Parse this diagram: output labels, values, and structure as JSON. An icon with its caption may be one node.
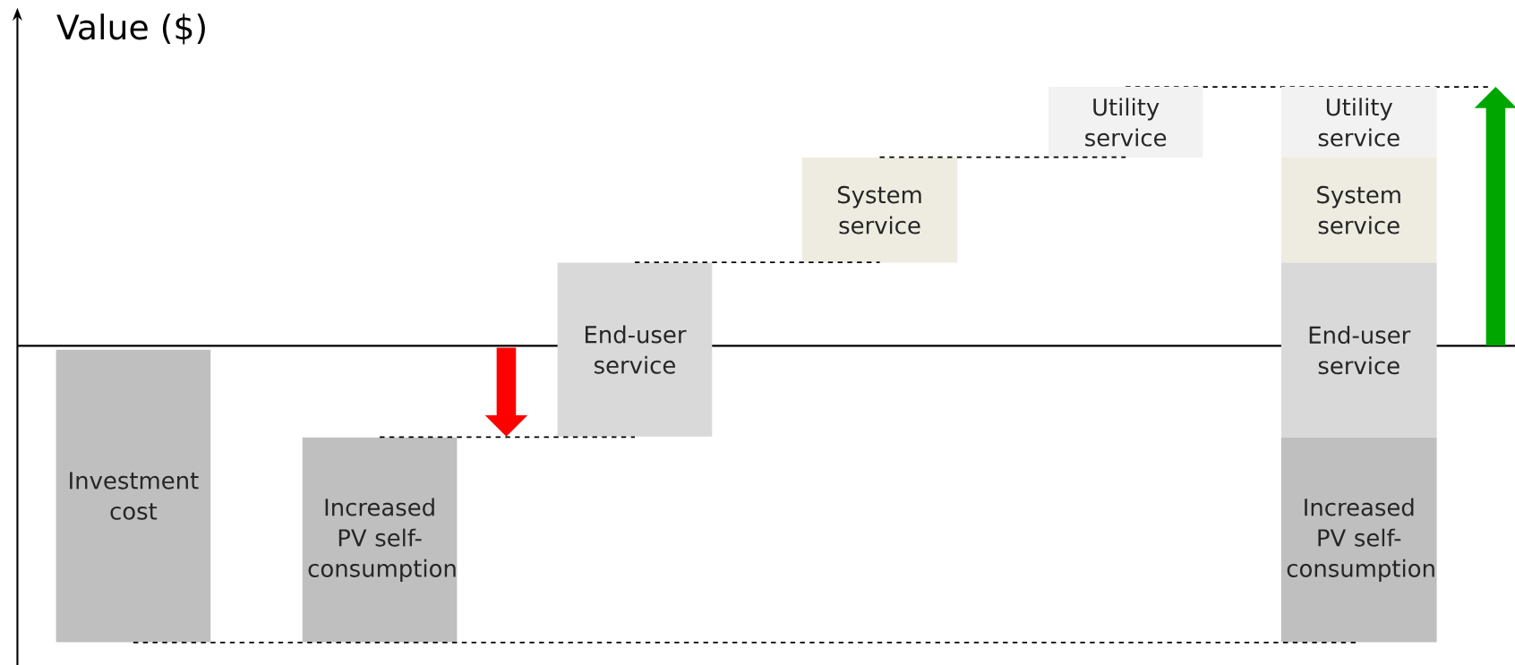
{
  "diagram": {
    "title": "Value ($)",
    "nodes": [
      {
        "text": [
          "Investment cost"
        ]
      },
      {
        "text": [
          "Increased PV self-consumption"
        ]
      },
      {
        "text": [
          "End-user service"
        ]
      },
      {
        "text": [
          "System service"
        ]
      },
      {
        "text": [
          "Utility service"
        ]
      },
      {
        "text": [
          "Utility service"
        ]
      },
      {
        "text": [
          "System service"
        ]
      },
      {
        "text": [
          "End-user service"
        ]
      },
      {
        "text": [
          "Increased PV self-consumption"
        ]
      }
    ],
    "edges": [
      {
        "from": 0,
        "to": 8,
        "arrow": "none",
        "style": "dashed"
      },
      {
        "from": 1,
        "to": 2,
        "arrow": "none",
        "style": "dashed"
      },
      {
        "from": 2,
        "to": 3,
        "arrow": "none",
        "style": "dashed"
      },
      {
        "from": 3,
        "to": 4,
        "arrow": "none",
        "style": "dashed"
      }
    ]
  }
}
